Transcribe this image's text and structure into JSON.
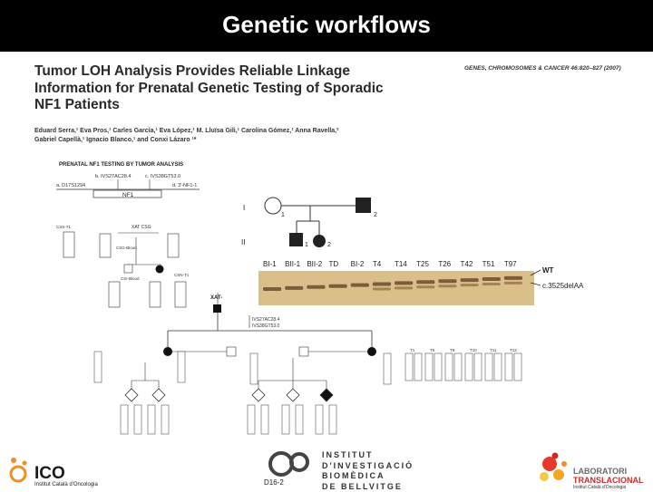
{
  "slide": {
    "title": "Genetic workflows",
    "page_number": "D16-2"
  },
  "paper": {
    "title_lines": [
      "Tumor LOH Analysis Provides Reliable Linkage",
      "Information for Prenatal Genetic Testing of Sporadic",
      "NF1 Patients"
    ],
    "journal": "GENES, CHROMOSOMES & CANCER 46:820–827 (2007)",
    "authors_lines": [
      "Eduard Serra,¹ Eva Pros,¹ Carles García,¹ Eva López,¹ M. Lluïsa Gili,¹ Carolina Gómez,¹ Anna Ravella,²",
      "Gabriel Capellà,¹ Ignacio Blanco,¹ and Conxi Lázaro ¹*"
    ]
  },
  "figure_left": {
    "heading": "PRENATAL NF1 TESTING BY TUMOR ANALYSIS",
    "markers_top": [
      "b. IVS27AC28.4",
      "c. IVS38GT53.0"
    ],
    "marker_a": "a. D17S1294",
    "marker_d": "d. 3'-NF1-1",
    "gene_label": "NF1",
    "node_labels": [
      "CSS-T1",
      "XAT CSG",
      "CSG-Blood",
      "CSI-Blood",
      "CSN-T1"
    ],
    "xat_label": "XAT-"
  },
  "pedigree": {
    "gen_labels": [
      "I",
      "II"
    ],
    "ind_labels": [
      "1",
      "2",
      "1",
      "2"
    ]
  },
  "gel": {
    "lanes": [
      "BI-1",
      "BII-1",
      "BII-2",
      "TD",
      "BI-2",
      "T4",
      "T14",
      "T25",
      "T26",
      "T42",
      "T51",
      "T97"
    ],
    "wt_label": "WT",
    "mut_label": "c.3525delAA"
  },
  "pedigree_bottom": {
    "legend": [
      "IVS27AC28.4",
      "IVS38GT53.0"
    ],
    "tumors": [
      "T1",
      "T6",
      "T8",
      "T10",
      "T11",
      "T12"
    ]
  },
  "logos": {
    "ico_name": "ICO",
    "ico_sub": "Institut Català d'Oncologia",
    "iib_lines": [
      "INSTITUT",
      "D'INVESTIGACIÓ",
      "BIOMÈDICA",
      "DE BELLVITGE"
    ],
    "lab_line1": "LABORATORI",
    "lab_line2": "TRANSLACIONAL",
    "lab_line3": "Institut Català d'Oncologia"
  },
  "colors": {
    "titlebar": "#000000",
    "gel_bg": "#d9c08a",
    "ico_orange": "#f28c28",
    "lab_red": "#cf2a2a"
  }
}
